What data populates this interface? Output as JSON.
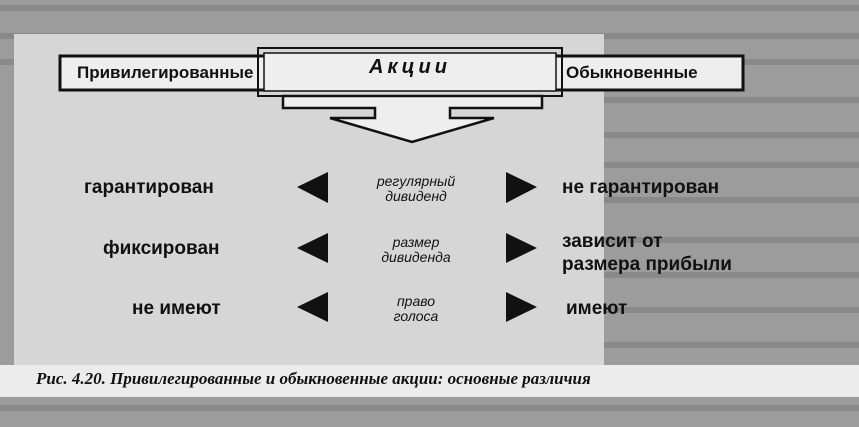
{
  "title": "Акции",
  "left_header": "Привилегированные",
  "right_header": "Обыкновенные",
  "rows": [
    {
      "left": "гарантирован",
      "middle": [
        "регулярный",
        "дивиденд"
      ],
      "right": [
        "не гарантирован"
      ]
    },
    {
      "left": "фиксирован",
      "middle": [
        "размер",
        "дивиденда"
      ],
      "right": [
        "зависит от",
        "размера прибыли"
      ]
    },
    {
      "left": "не имеют",
      "middle": [
        "право",
        "голоса"
      ],
      "right": [
        "имеют"
      ]
    }
  ],
  "caption": "Рис. 4.20. Привилегированные и обыкновенные акции: основные различия"
}
